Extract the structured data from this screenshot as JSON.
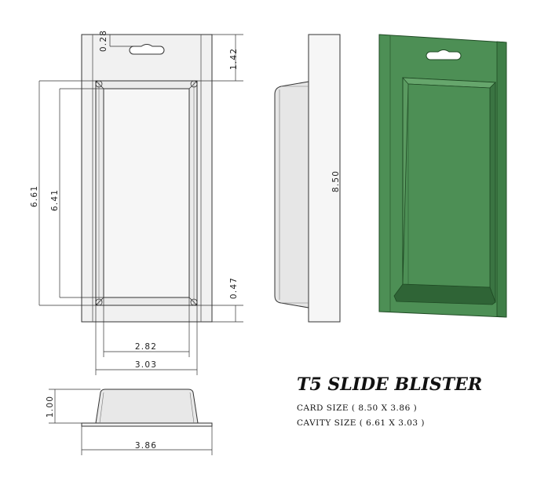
{
  "title": "T5 SLIDE BLISTER",
  "specs": {
    "card_size": "CARD SIZE ( 8.50 X 3.86 )",
    "cavity_size": "CAVITY SIZE ( 6.61 X 3.03 )"
  },
  "dimensions": {
    "hang_hole_offset": "0.28",
    "header_height": "1.42",
    "outer_cavity_height": "6.61",
    "inner_cavity_height": "6.41",
    "bottom_margin": "0.47",
    "inner_cavity_width": "2.82",
    "outer_cavity_width": "3.03",
    "card_height": "8.50",
    "blister_depth": "1.00",
    "card_width": "3.86"
  },
  "colors": {
    "card_fill": "#f1f1f1",
    "outline": "#333333",
    "render_green": "#4d8f55",
    "render_green_dark": "#3a7442",
    "render_edge": "#1f4a24"
  }
}
